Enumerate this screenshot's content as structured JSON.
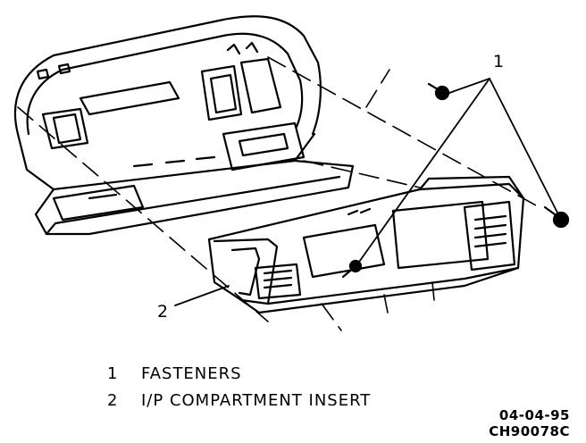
{
  "callouts": [
    {
      "number": "1"
    },
    {
      "number": "2"
    }
  ],
  "legend": [
    {
      "number": "1",
      "label": "FASTENERS"
    },
    {
      "number": "2",
      "label": "I/P COMPARTMENT INSERT"
    }
  ],
  "reference": {
    "date": "04-04-95",
    "code": "CH90078C"
  }
}
